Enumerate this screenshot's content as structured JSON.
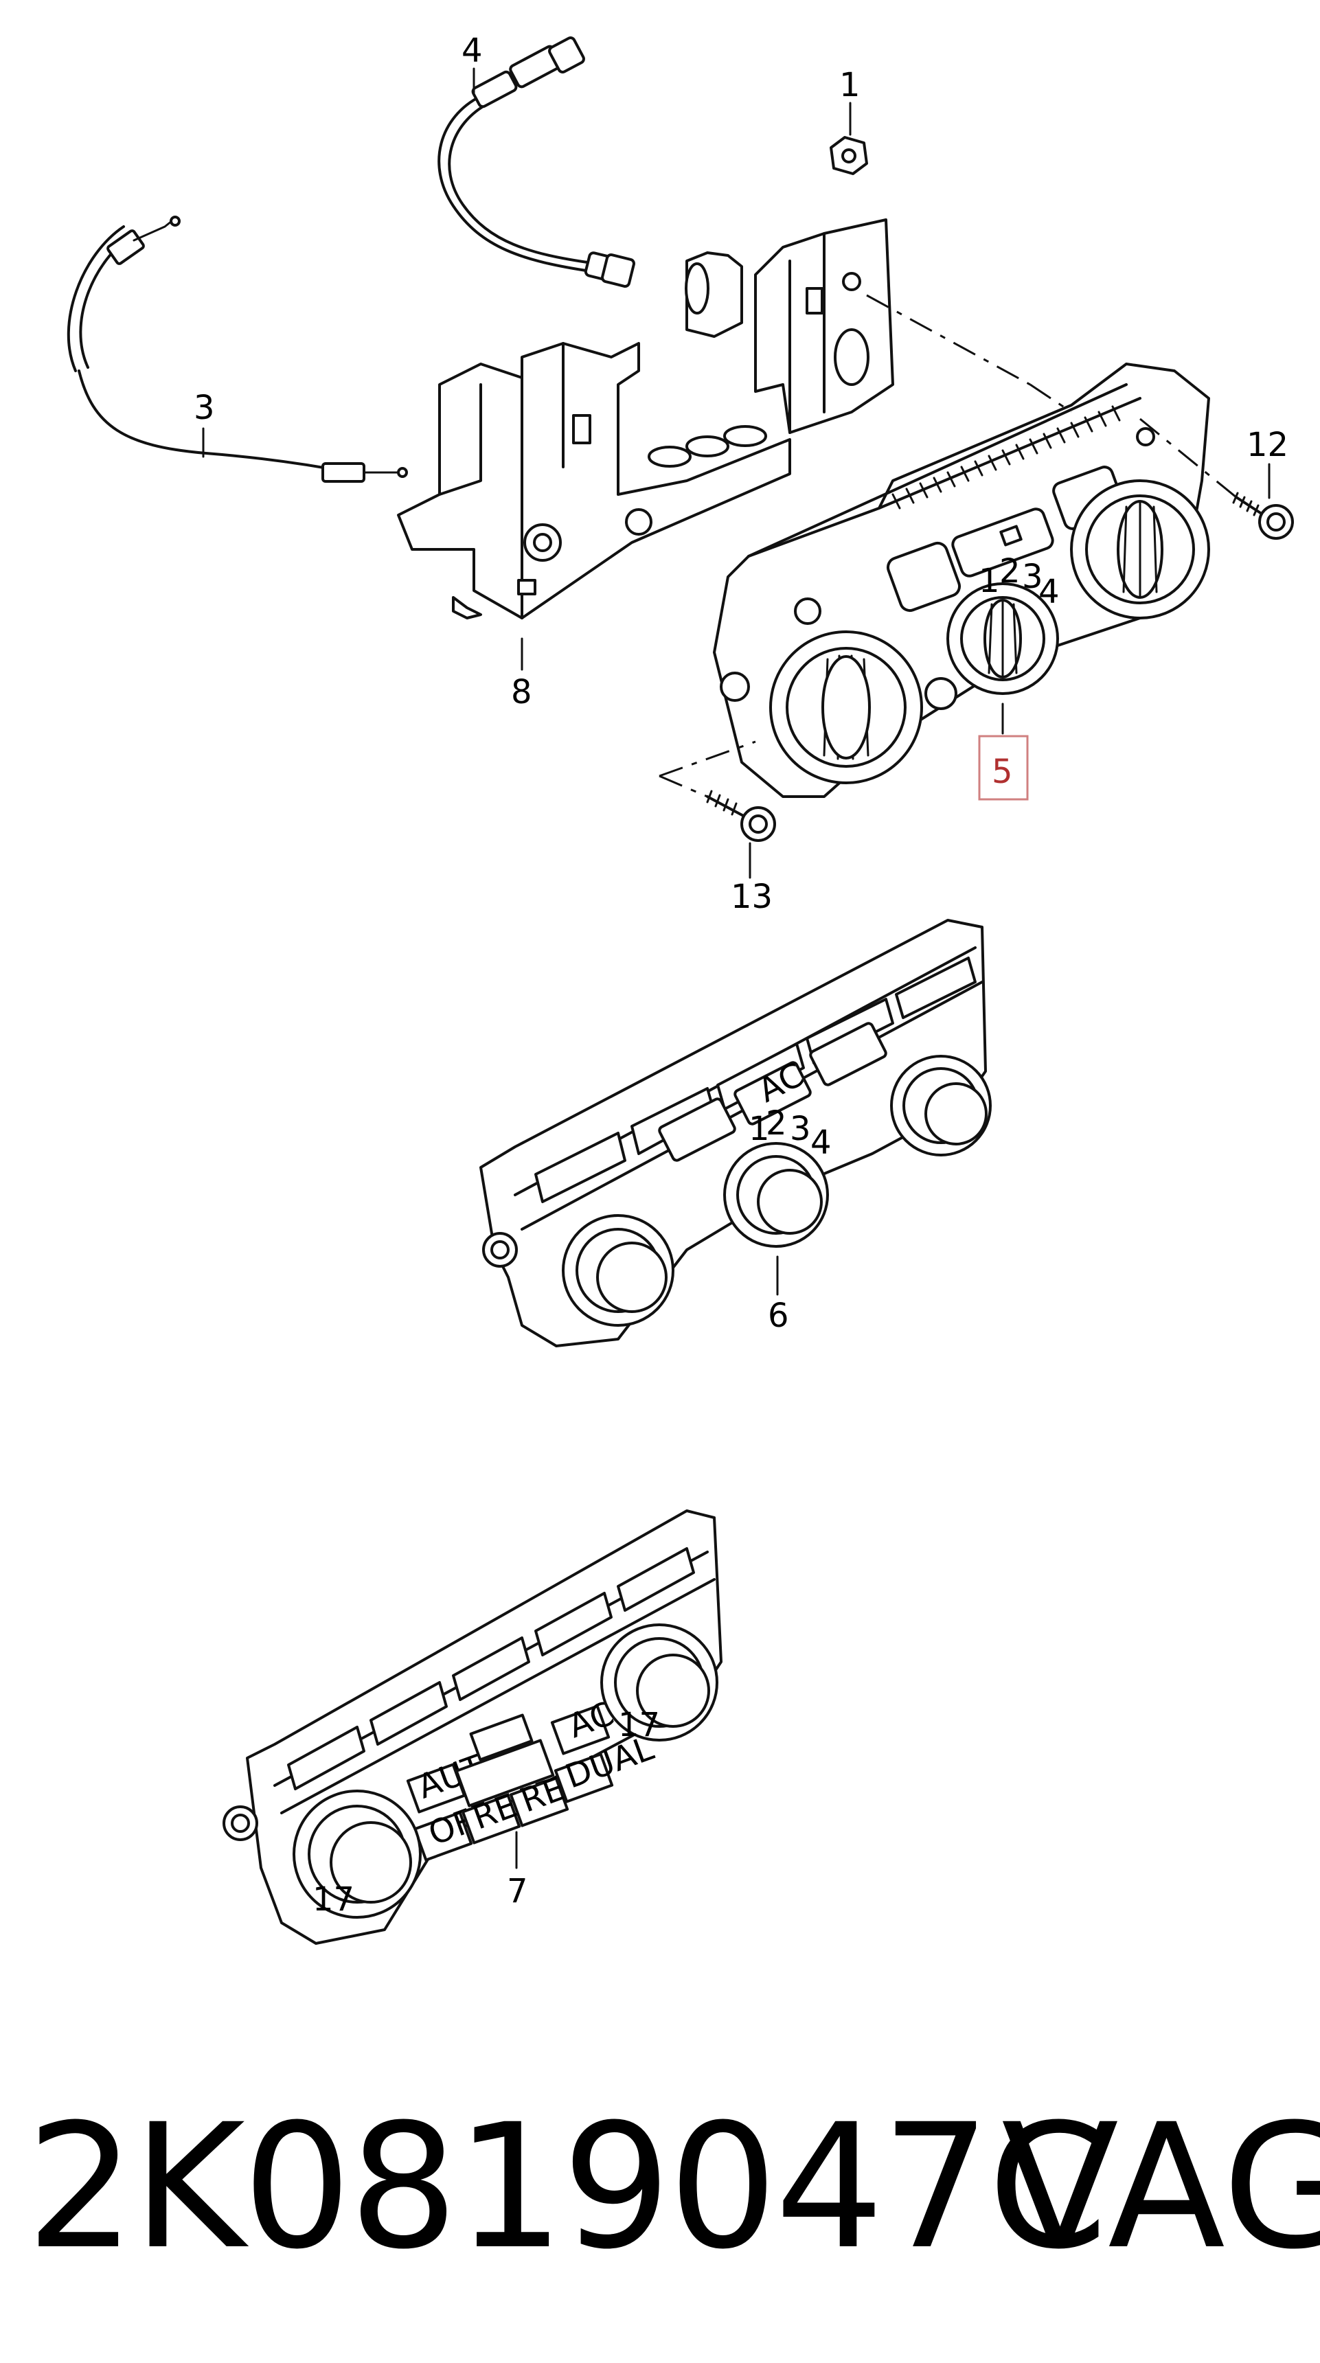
{
  "callouts": {
    "c1": "1",
    "c3": "3",
    "c4": "4",
    "c5": "5",
    "c6": "6",
    "c7": "7",
    "c8": "8",
    "c12": "12",
    "c13": "13"
  },
  "panel5": {
    "dial_labels": [
      "1",
      "2",
      "3",
      "4"
    ]
  },
  "panel6": {
    "button_ac": "AC",
    "dial_labels": [
      "1",
      "2",
      "3",
      "4"
    ]
  },
  "panel7": {
    "buttons": [
      "AUTO",
      "OFF",
      "REAR",
      "REST",
      "DUAL",
      "AC"
    ],
    "temp_left": "17",
    "temp_right": "17"
  },
  "footer": {
    "part_number": "2K0819047C",
    "brand": "VAG"
  },
  "colors": {
    "line": "#111111",
    "highlight_box": "#d08080",
    "highlight_text": "#b03030",
    "background": "#ffffff"
  }
}
